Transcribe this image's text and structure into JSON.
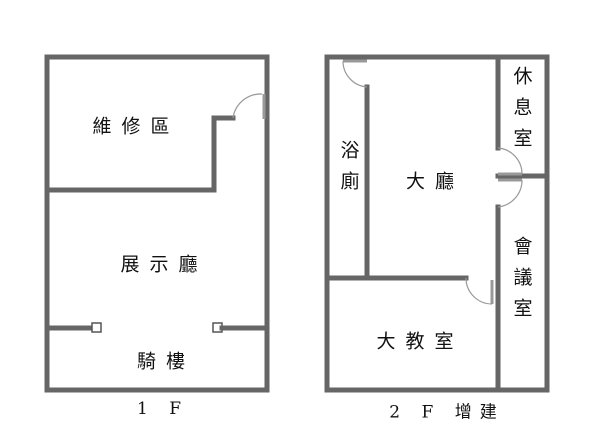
{
  "floor1": {
    "caption": "1 F",
    "rooms": {
      "repair_area": "維修區",
      "showroom": "展示廳",
      "arcade": "騎樓"
    }
  },
  "floor2": {
    "caption": "2 F 增建",
    "rooms": {
      "lounge": "休息室",
      "bathroom": "浴廁",
      "hall": "大廳",
      "meeting_room": "會議室",
      "classroom": "大教室"
    }
  }
}
